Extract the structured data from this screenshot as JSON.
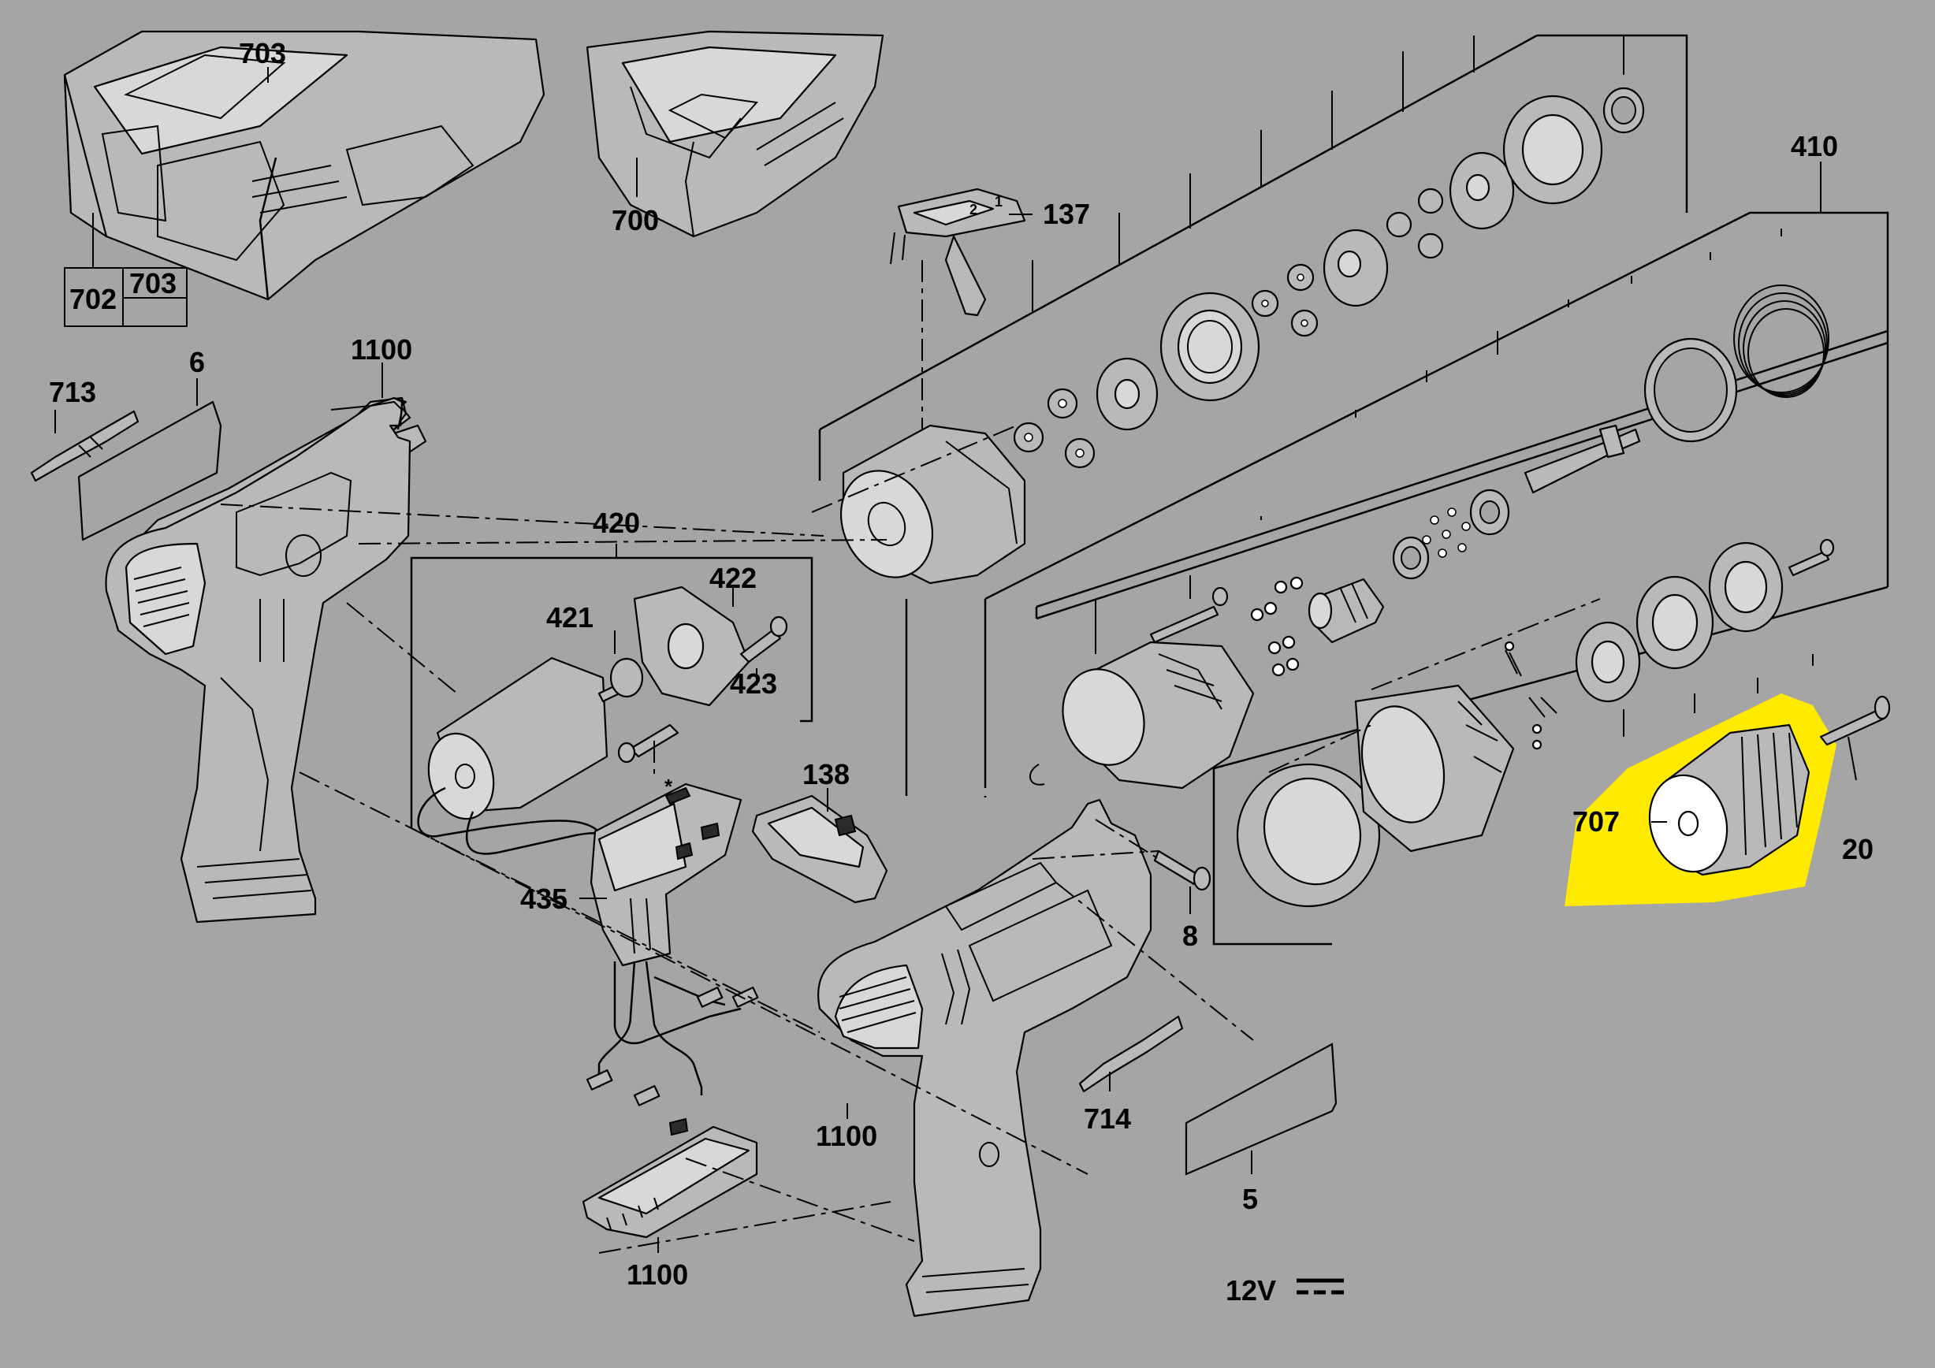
{
  "labels": {
    "p703_top": "703",
    "p700": "700",
    "p137": "137",
    "p702": "702",
    "p703_box": "703",
    "p410": "410",
    "p713": "713",
    "p6": "6",
    "p1100_top": "1100",
    "p420": "420",
    "p422": "422",
    "p421": "421",
    "p423": "423",
    "p138": "138",
    "p707": "707",
    "p20": "20",
    "p435": "435",
    "p8": "8",
    "p1100_mid": "1100",
    "p714": "714",
    "p5": "5",
    "p1100_bot": "1100",
    "voltage": "12V"
  },
  "highlight_color": "#ffea00",
  "background_color": "#a5a5a5"
}
